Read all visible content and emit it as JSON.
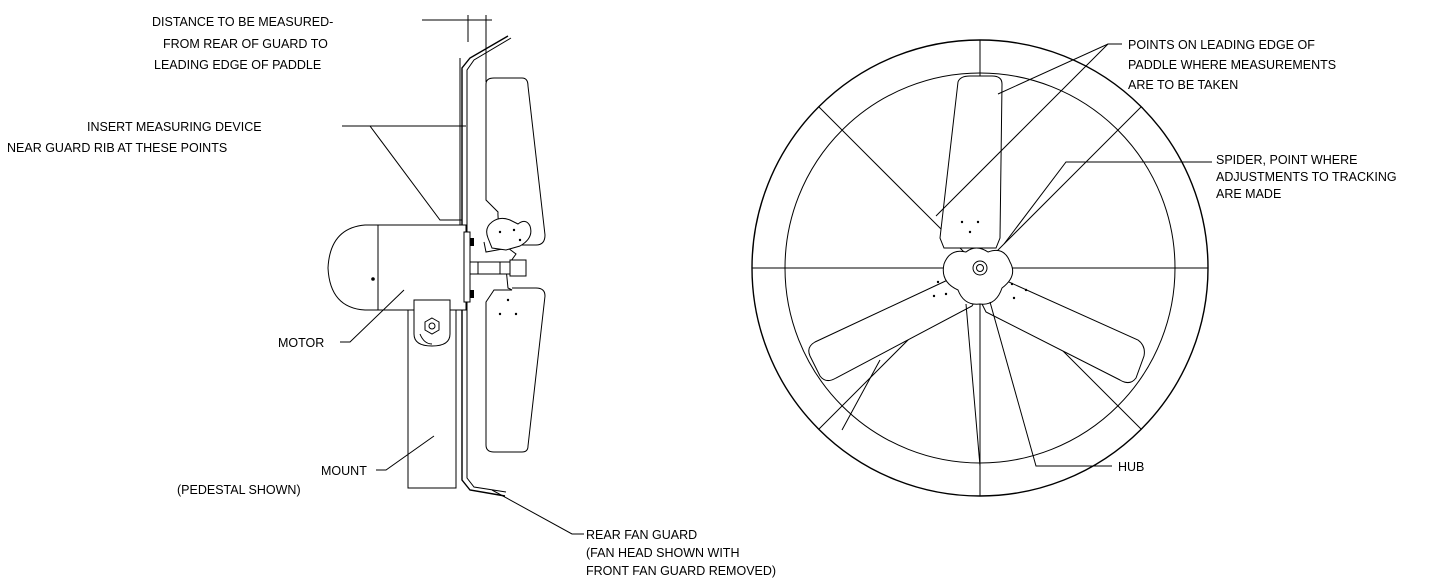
{
  "labels": {
    "distance_line1": "DISTANCE TO BE MEASURED-",
    "distance_line2": "FROM REAR OF GUARD TO",
    "distance_line3": "LEADING EDGE OF PADDLE",
    "insert_line1": "INSERT MEASURING DEVICE",
    "insert_line2": "NEAR GUARD RIB AT THESE POINTS",
    "motor": "MOTOR",
    "mount_line1": "MOUNT",
    "mount_line2": "(PEDESTAL SHOWN)",
    "rear_guard_line1": "REAR FAN GUARD",
    "rear_guard_line2": "(FAN HEAD SHOWN WITH",
    "rear_guard_line3": "FRONT FAN GUARD REMOVED)",
    "points_line1": "POINTS ON LEADING EDGE OF",
    "points_line2": "PADDLE WHERE MEASUREMENTS",
    "points_line3": "ARE TO BE TAKEN",
    "spider_line1": "SPIDER, POINT WHERE",
    "spider_line2": "ADJUSTMENTS TO TRACKING",
    "spider_line3": "ARE MADE",
    "hub": "HUB"
  }
}
